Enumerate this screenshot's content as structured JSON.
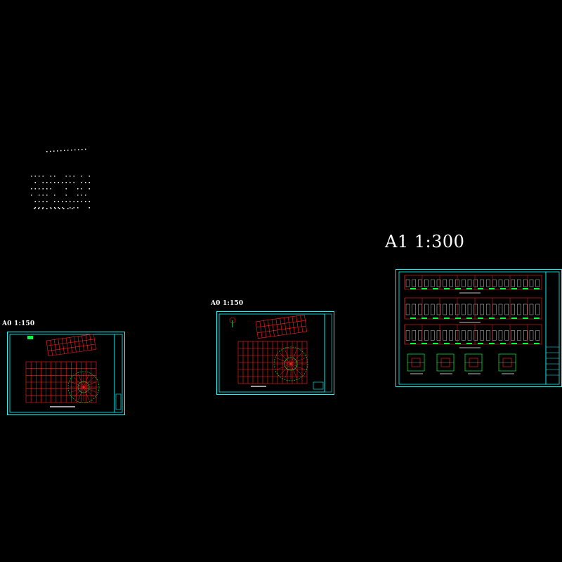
{
  "labels": {
    "sheet1_scale": "A0 1:150",
    "sheet2_scale": "A0 1:150",
    "sheet3_scale": "A1 1:300"
  },
  "colors": {
    "background": "#000000",
    "frame": "#00ffff",
    "structure": "#ff2020",
    "annotation": "#ffffff",
    "detail": "#00ff40"
  }
}
